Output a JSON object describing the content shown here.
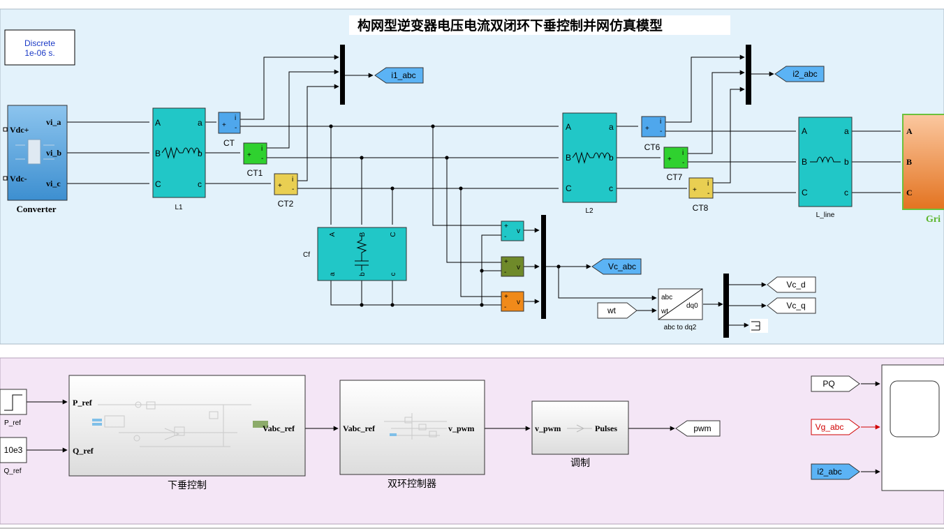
{
  "model": {
    "title": "构网型逆变器电压电流双闭环下垂控制并网仿真模型",
    "powergui": {
      "line1": "Discrete",
      "line2": "1e-06 s."
    }
  },
  "power_blocks": {
    "converter": {
      "name": "Converter",
      "ports": [
        "Vdc+",
        "Vdc-",
        "vi_a",
        "vi_b",
        "vi_c"
      ]
    },
    "l1": {
      "name": "L1",
      "ports": [
        "A",
        "B",
        "C",
        "a",
        "b",
        "c"
      ]
    },
    "l2": {
      "name": "L2",
      "ports": [
        "A",
        "B",
        "C",
        "a",
        "b",
        "c"
      ]
    },
    "l_line": {
      "name": "L_line",
      "ports": [
        "A",
        "B",
        "C",
        "a",
        "b",
        "c"
      ]
    },
    "cf": {
      "name": "Cf",
      "ports": [
        "A",
        "B",
        "C",
        "a",
        "b",
        "c"
      ]
    },
    "grid": {
      "name": "Gri",
      "ports": [
        "A",
        "B",
        "C"
      ]
    }
  },
  "sensors": {
    "ct": "CT",
    "ct1": "CT1",
    "ct2": "CT2",
    "ct6": "CT6",
    "ct7": "CT7",
    "ct8": "CT8",
    "current_port": "i",
    "plus": "+",
    "minus": "-",
    "voltage_port": "v"
  },
  "tags": {
    "i1_abc": "i1_abc",
    "i2_abc": "i2_abc",
    "vc_abc": "Vc_abc",
    "wt": "wt",
    "vc_d": "Vc_d",
    "vc_q": "Vc_q",
    "pwm": "pwm",
    "pq": "PQ",
    "vg_abc": "Vg_abc",
    "i2_abc_in": "i2_abc"
  },
  "transform": {
    "name": "abc to dq2",
    "in1": "abc",
    "in2": "wt",
    "out": "dq0"
  },
  "control": {
    "p_ref_block": "P_ref",
    "q_ref_block": "Q_ref",
    "q_ref_value": "10e3",
    "droop": {
      "name": "下垂控制",
      "in1": "P_ref",
      "in2": "Q_ref",
      "out": "Vabc_ref"
    },
    "dual_loop": {
      "name": "双环控制器",
      "in1": "Vabc_ref",
      "out": "v_pwm"
    },
    "modulation": {
      "name": "调制",
      "in1": "v_pwm",
      "out": "Pulses"
    }
  },
  "colors": {
    "top_area": "#e3f2fb",
    "bottom_area": "#f4e6f6",
    "teal_block": "#21c7c7",
    "converter_blue": "#5aa4db",
    "goto_blue": "#5bb3f5",
    "sensor_blue": "#4fa7ec",
    "sensor_green": "#2fd12f",
    "sensor_yellow": "#e9cf52",
    "vmeas_olive": "#6f8a2a",
    "vmeas_orange": "#f08a1a",
    "grid_orange": "#f4a066",
    "grid_border": "#6bc13c"
  }
}
